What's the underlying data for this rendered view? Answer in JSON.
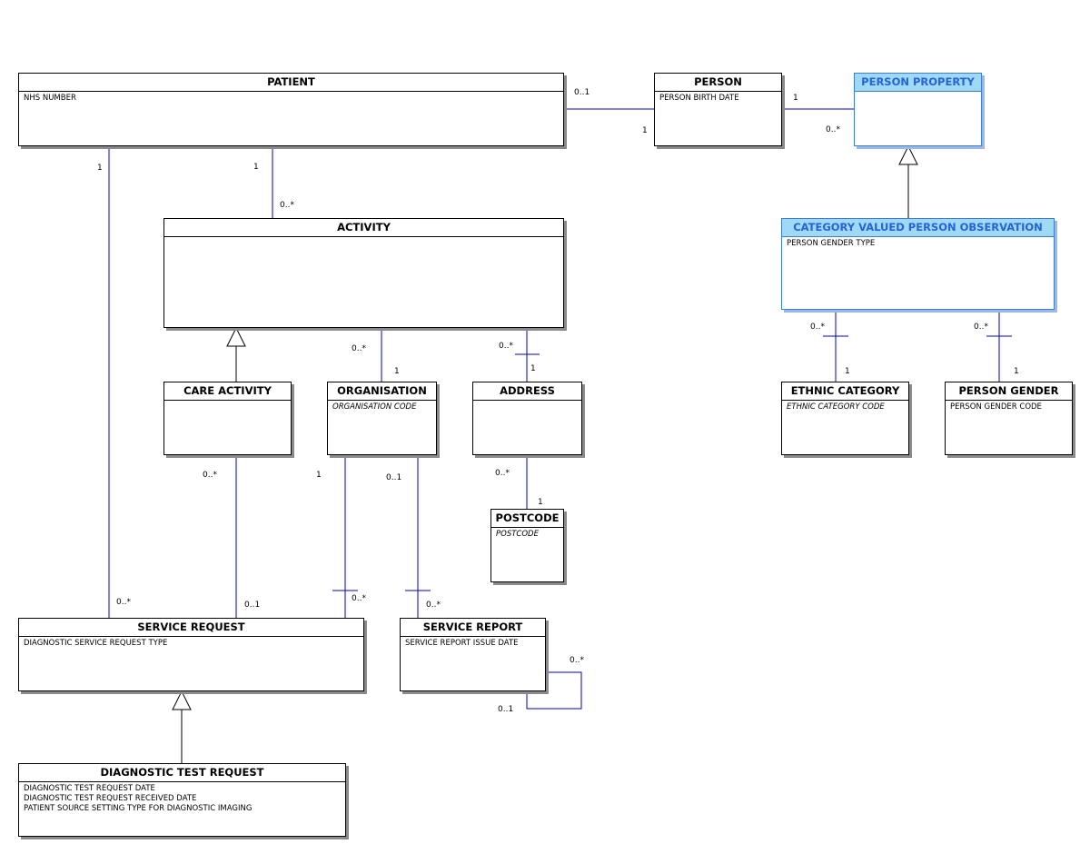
{
  "colors": {
    "connector": "#0000c0",
    "generalization": "#000000",
    "highlight_header": "#9fd9f5",
    "highlight_text": "#2563d8",
    "highlight_border": "#3a7fd8"
  },
  "entities": {
    "patient": {
      "title": "PATIENT",
      "attrs": [
        "NHS NUMBER"
      ]
    },
    "person": {
      "title": "PERSON",
      "attrs": [
        "PERSON BIRTH DATE"
      ]
    },
    "person_property": {
      "title": "PERSON PROPERTY",
      "attrs": []
    },
    "activity": {
      "title": "ACTIVITY",
      "attrs": []
    },
    "category_valued": {
      "title": "CATEGORY VALUED PERSON OBSERVATION",
      "attrs": [
        "PERSON GENDER TYPE"
      ]
    },
    "care_activity": {
      "title": "CARE ACTIVITY",
      "attrs": []
    },
    "organisation": {
      "title": "ORGANISATION",
      "attrs": [
        "ORGANISATION CODE"
      ]
    },
    "address": {
      "title": "ADDRESS",
      "attrs": []
    },
    "ethnic_category": {
      "title": "ETHNIC CATEGORY",
      "attrs": [
        "ETHNIC CATEGORY CODE"
      ]
    },
    "person_gender": {
      "title": "PERSON GENDER",
      "attrs": [
        "PERSON GENDER CODE"
      ]
    },
    "postcode": {
      "title": "POSTCODE",
      "attrs": [
        "POSTCODE"
      ]
    },
    "service_request": {
      "title": "SERVICE REQUEST",
      "attrs": [
        "DIAGNOSTIC SERVICE REQUEST TYPE"
      ]
    },
    "service_report": {
      "title": "SERVICE REPORT",
      "attrs": [
        "SERVICE REPORT ISSUE DATE"
      ]
    },
    "diagnostic_test_request": {
      "title": "DIAGNOSTIC TEST REQUEST",
      "attrs": [
        "DIAGNOSTIC TEST REQUEST DATE",
        "DIAGNOSTIC TEST REQUEST RECEIVED DATE",
        "PATIENT SOURCE SETTING TYPE FOR DIAGNOSTIC IMAGING"
      ]
    }
  },
  "multiplicities": {
    "patient_person_patient_end": "0..1",
    "patient_person_person_end": "1",
    "person_property_person_end": "1",
    "person_property_property_end": "0..*",
    "patient_activity_patient_end": "1",
    "patient_activity_activity_end": "0..*",
    "patient_sr_patient_end": "1",
    "patient_sr_sr_end": "0..*",
    "activity_org_activity_end": "0..*",
    "activity_org_org_end": "1",
    "activity_address_activity_end": "0..*",
    "activity_address_address_end": "1",
    "care_sr_care_end": "0..*",
    "care_sr_sr_end": "0..1",
    "org_sr_org_end": "1",
    "org_sr_sr_end": "0..*",
    "org_report_org_end": "0..1",
    "org_report_report_end": "0..*",
    "address_postcode_address_end": "0..*",
    "address_postcode_postcode_end": "1",
    "report_self_top": "0..*",
    "report_self_bottom": "0..1",
    "cv_ethnic_cv_end": "0..*",
    "cv_ethnic_ethnic_end": "1",
    "cv_gender_cv_end": "0..*",
    "cv_gender_gender_end": "1"
  }
}
